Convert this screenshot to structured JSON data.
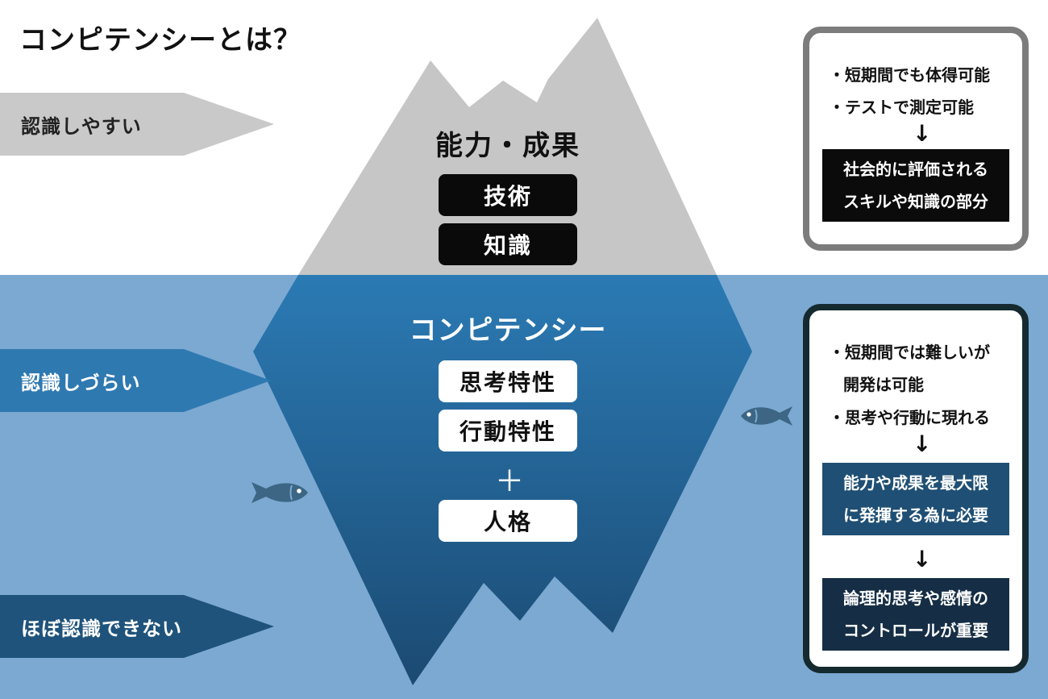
{
  "title": "コンピテンシーとは？",
  "levels": {
    "easy": "認識しやすい",
    "hard": "認識しづらい",
    "hidden": "ほぼ認識できない"
  },
  "above": {
    "heading": "能力・成果",
    "items": [
      "技術",
      "知識"
    ]
  },
  "below": {
    "heading": "コンピテンシー",
    "items": [
      "思考特性",
      "行動特性"
    ],
    "plus": "＋",
    "extra": "人格"
  },
  "box_top": {
    "bullets": [
      "・短期間でも体得可能",
      "・テストで測定可能"
    ],
    "arrow": "↓",
    "conclusion": [
      "社会的に評価される",
      "スキルや知識の部分"
    ]
  },
  "box_bottom": {
    "bullet1": [
      "・短期間では難しいが",
      "開発は可能"
    ],
    "bullet2": "・思考や行動に現れる",
    "arrow": "↓",
    "step1": [
      "能力や成果を最大限",
      "に発揮する為に必要"
    ],
    "step2": [
      "論理的思考や感情の",
      "コントロールが重要"
    ]
  },
  "colors": {
    "sky": "#ffffff",
    "water": "#7ba9d2",
    "ice_above": "#c6c6c6",
    "ice_below_top": "#2b7ab4",
    "ice_below_bottom": "#1b4a72"
  }
}
